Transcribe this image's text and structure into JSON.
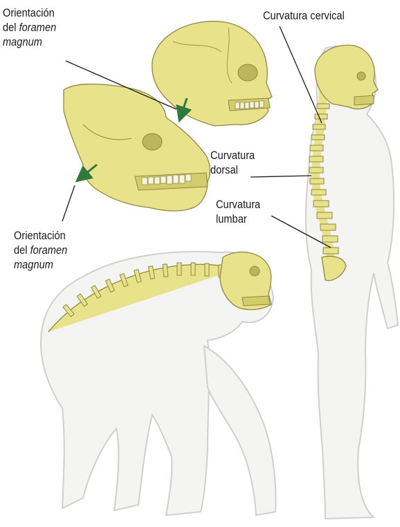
{
  "labels": {
    "foramen_top": {
      "line1": "Orientación",
      "line2_prefix": "del ",
      "line2_italic": "foramen",
      "line3_italic": "magnum"
    },
    "foramen_bottom": {
      "line1": "Orientación",
      "line2_prefix": "del ",
      "line2_italic": "foramen",
      "line3_italic": "magnum"
    },
    "cervical": "Curvatura cervical",
    "dorsal": {
      "line1": "Curvatura",
      "line2": "dorsal"
    },
    "lumbar": {
      "line1": "Curvatura",
      "line2": "lumbar"
    }
  },
  "colors": {
    "bone": "#e8e38a",
    "bone_outline": "#8c8743",
    "body_silhouette": "#f4f4f2",
    "arrow": "#2f7a3a"
  },
  "icons": {
    "arrow_top": "arrow-down-icon",
    "arrow_bottom": "arrow-down-left-icon"
  }
}
